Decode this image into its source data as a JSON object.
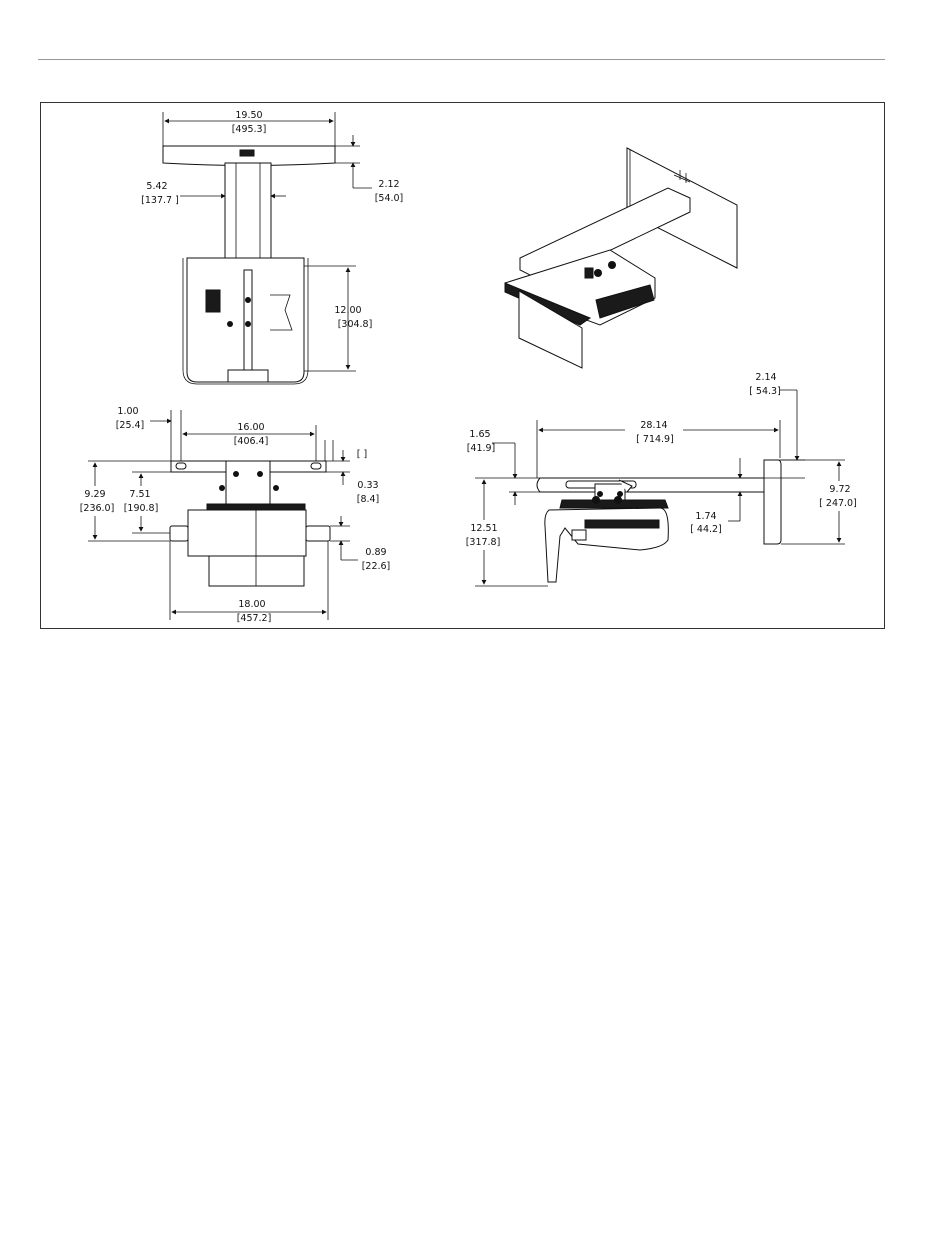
{
  "dimensions": {
    "top_view": {
      "width_in": "19.50",
      "width_mm": "[495.3]",
      "arm_in": "5.42",
      "arm_mm": "[137.7 ]",
      "plate_in": "2.12",
      "plate_mm": "[54.0]",
      "depth_in": "12.00",
      "depth_mm": "[304.8]"
    },
    "front_view": {
      "edge_in": "1.00",
      "edge_mm": "[25.4]",
      "rail_in": "16.00",
      "rail_mm": "[406.4]",
      "bracket_mm": "[     ]",
      "gap_in": "0.33",
      "gap_mm": "[8.4]",
      "height_in": "9.29",
      "height_mm": "[236.0]",
      "inner_in": "7.51",
      "inner_mm": "[190.8]",
      "tab_in": "0.89",
      "tab_mm": "[22.6]",
      "base_in": "18.00",
      "base_mm": "[457.2]"
    },
    "side_view": {
      "top_in": "2.14",
      "top_mm": "[ 54.3]",
      "reach_in": "28.14",
      "reach_mm": "[ 714.9]",
      "arm_in": "1.65",
      "arm_mm": "[41.9]",
      "wall_in": "9.72",
      "wall_mm": "[ 247.0]",
      "mount_in": "1.74",
      "mount_mm": "[ 44.2]",
      "drop_in": "12.51",
      "drop_mm": "[317.8]"
    }
  }
}
